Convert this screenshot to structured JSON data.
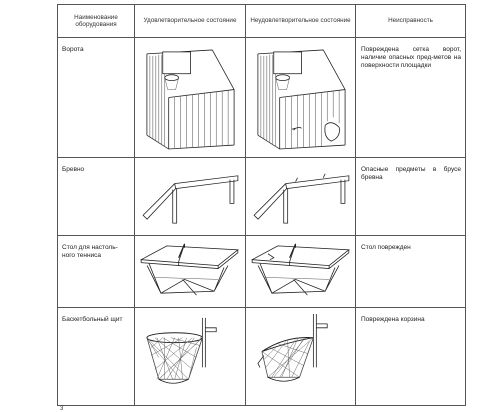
{
  "table": {
    "headers": [
      "Наименование оборудования",
      "Удовлетворительное состояние",
      "Неудовлетворительное состояние",
      "Неисправность"
    ],
    "rows": [
      {
        "equipment": "Ворота",
        "fault": "Повреждена сетка ворот, наличие опасных пред-метов на поверхности площадки"
      },
      {
        "equipment": "Бревно",
        "fault": "Опасные предметы в брусе бревна"
      },
      {
        "equipment": "Стол для настоль-ного тенниса",
        "fault": "Стол поврежден"
      },
      {
        "equipment": "Баскетбольный щит",
        "fault": "Повреждена корзина"
      }
    ]
  },
  "page_number": "3",
  "icons": [
    "goal-good",
    "goal-bad",
    "beam-good",
    "beam-bad",
    "table-good",
    "table-bad",
    "hoop-good",
    "hoop-bad"
  ]
}
